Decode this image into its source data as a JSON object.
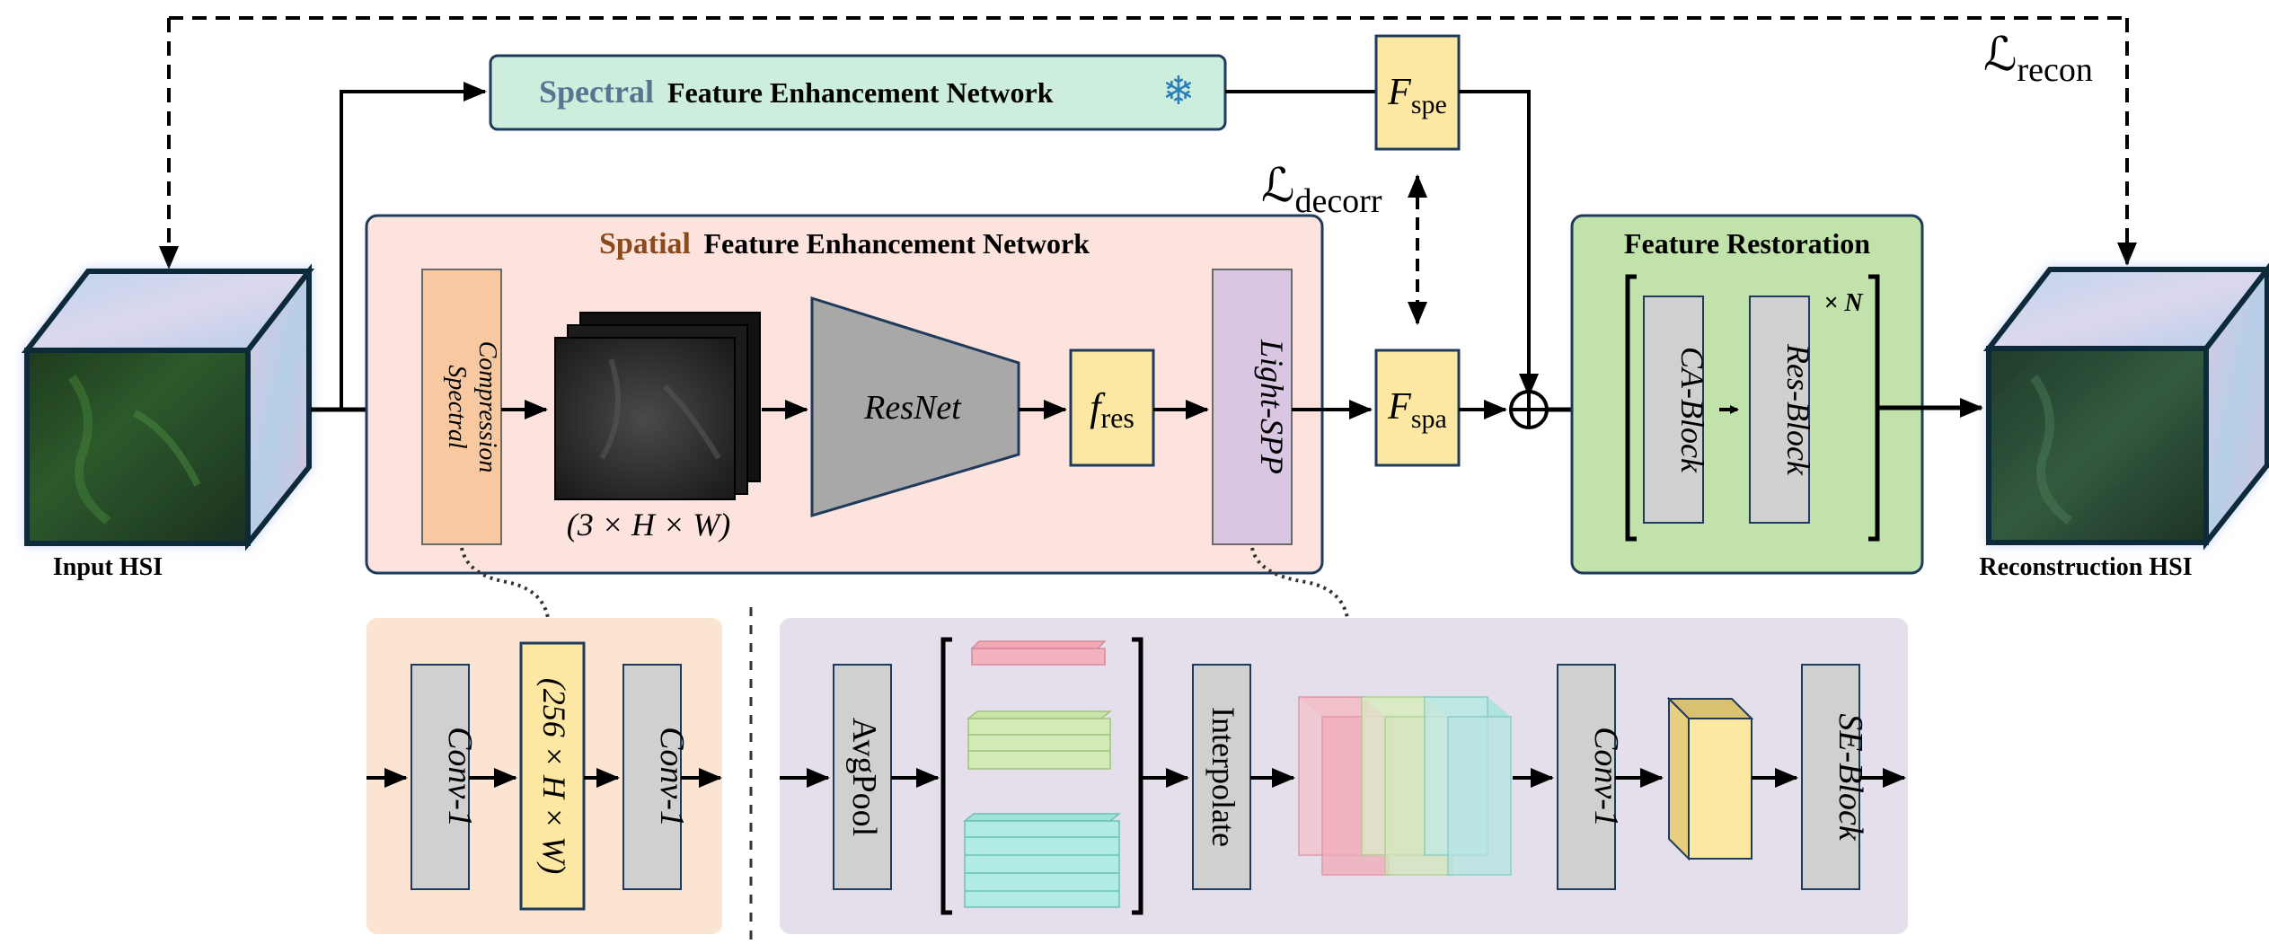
{
  "labels": {
    "input_hsi": "Input HSI",
    "reconstruction_hsi": "Reconstruction HSI",
    "spectral_title_colored": "Spectral",
    "spectral_title_rest": "Feature Enhancement Network",
    "spatial_title_colored": "Spatial",
    "spatial_title_rest": "Feature Enhancement Network",
    "feature_restoration_title": "Feature Restoration",
    "spectral_compression_line1": "Spectral",
    "spectral_compression_line2": "Compression",
    "size_3hw": "(3 × H × W)",
    "resnet": "ResNet",
    "f_res_main": "f",
    "f_res_sub": "res",
    "light_spp": "Light-SPP",
    "f_spe_main": "F",
    "f_spe_sub": "spe",
    "f_spa_main": "F",
    "f_spa_sub": "spa",
    "l_decorr_main": "ℒ",
    "l_decorr_sub": "decorr",
    "l_recon_main": "ℒ",
    "l_recon_sub": "recon",
    "ca_block": "CA-Block",
    "res_block": "Res-Block",
    "times_n": "× N",
    "conv1_left": "Conv-1",
    "size_256hw": "(256 × H × W)",
    "conv1_right": "Conv-1",
    "avgpool": "AvgPool",
    "interpolate": "Interpolate",
    "conv1_spp": "Conv-1",
    "se_block": "SE-Block",
    "oplus": "⊕",
    "snowflake": "❄"
  },
  "icons": [
    "snowflake-icon",
    "plus-circle-icon",
    "arrow-icon"
  ],
  "colors": {
    "spectral_text": "#5a7392",
    "spatial_text": "#8a4a1c",
    "spectral_box": "#cdeedd",
    "spatial_panel": "#fde3de",
    "compression_box": "#f8c8a0",
    "feature_box": "#fce7a3",
    "resnet_trap": "#a8a8a8",
    "light_spp_box": "#d8c6e3",
    "restoration_panel": "#c1e2ab",
    "gray_block": "#d0d0d0",
    "bottom_left_panel": "#fbe5d2",
    "bottom_right_panel": "#e4dfeb",
    "snowflake": "#2c7fb8"
  }
}
